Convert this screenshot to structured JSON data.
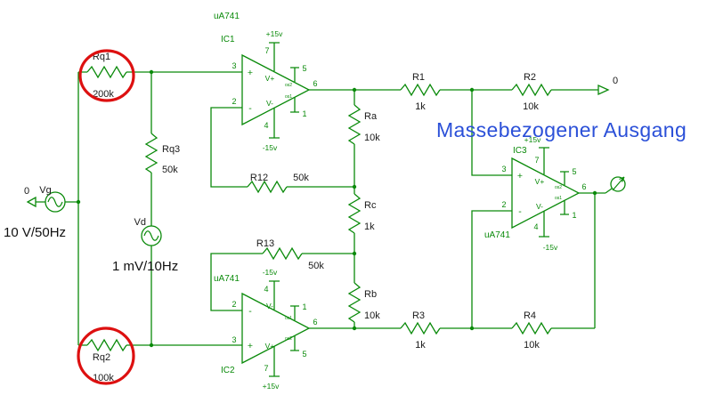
{
  "note": {
    "text": "Massebezogener Ausgang"
  },
  "colors": {
    "wire": "#0a8a0a",
    "highlight": "#dd1010",
    "note": "#2b50d8",
    "label": "#1a1a1a"
  },
  "terminals": {
    "vg_ref": "0",
    "output": "0"
  },
  "sources": {
    "vg": {
      "designator": "Vg",
      "value": "10 V/50Hz"
    },
    "vd": {
      "designator": "Vd",
      "value": "1 mV/10Hz"
    }
  },
  "resistors": {
    "rq1": {
      "designator": "Rq1",
      "value": "200k"
    },
    "rq2": {
      "designator": "Rq2",
      "value": "100k"
    },
    "rq3": {
      "designator": "Rq3",
      "value": "50k"
    },
    "r1": {
      "designator": "R1",
      "value": "1k"
    },
    "r2": {
      "designator": "R2",
      "value": "10k"
    },
    "r3": {
      "designator": "R3",
      "value": "1k"
    },
    "r4": {
      "designator": "R4",
      "value": "10k"
    },
    "r12": {
      "designator": "R12",
      "value": "50k"
    },
    "r13": {
      "designator": "R13",
      "value": "50k"
    },
    "ra": {
      "designator": "Ra",
      "value": "10k"
    },
    "rb": {
      "designator": "Rb",
      "value": "10k"
    },
    "rc": {
      "designator": "Rc",
      "value": "1k"
    }
  },
  "opamps": {
    "ic1": {
      "designator": "IC1",
      "part": "uA741",
      "vcc": "+15v",
      "vee": "-15v"
    },
    "ic2": {
      "designator": "IC2",
      "part": "uA741",
      "vcc": "+15v",
      "vee": "-15v"
    },
    "ic3": {
      "designator": "IC3",
      "part": "uA741",
      "vcc": "+15v",
      "vee": "-15v"
    }
  },
  "pins": {
    "noninverting": "3",
    "inverting": "2",
    "output": "6",
    "vcc": "7",
    "vee": "4",
    "os1": "1",
    "os2": "5",
    "vplus": "V+",
    "vminus": "V-",
    "plus": "+",
    "minus": "-",
    "os1_text": "os1",
    "os2_text": "os2"
  }
}
